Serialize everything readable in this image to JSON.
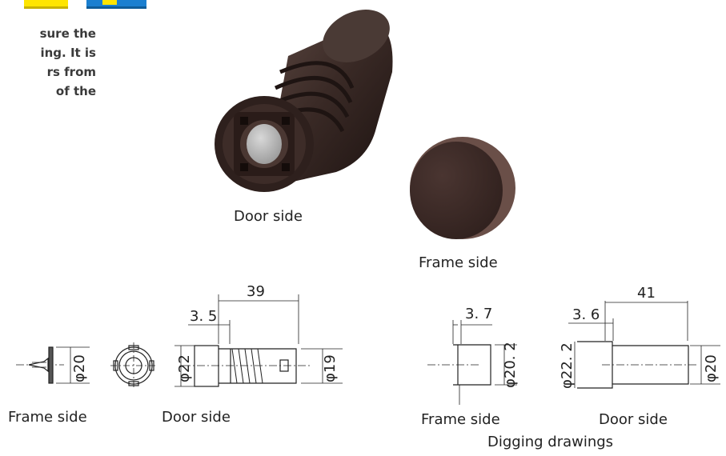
{
  "intro": {
    "text": "sure the\ning. It is\nrs from\nof the",
    "swatch_colors": [
      "#ffe500",
      "#1a7fd0"
    ]
  },
  "photos": {
    "door_caption": "Door side",
    "frame_caption": "Frame side",
    "body_color": "#3a2a26"
  },
  "drawings": {
    "left": {
      "frame_caption": "Frame side",
      "door_caption": "Door side",
      "dim_frame_dia": "φ20",
      "dim_door_dia": "φ22",
      "dim_tube_dia": "φ19",
      "dim_length": "39",
      "dim_flange": "3. 5"
    },
    "right": {
      "title": "Digging drawings",
      "frame_caption": "Frame side",
      "door_caption": "Door side",
      "dim_frame_depth": "3. 7",
      "dim_frame_dia": "φ20. 2",
      "dim_door_depth": "3. 6",
      "dim_door_length": "41",
      "dim_door_dia": "φ22. 2",
      "dim_hole_dia": "φ20"
    }
  }
}
